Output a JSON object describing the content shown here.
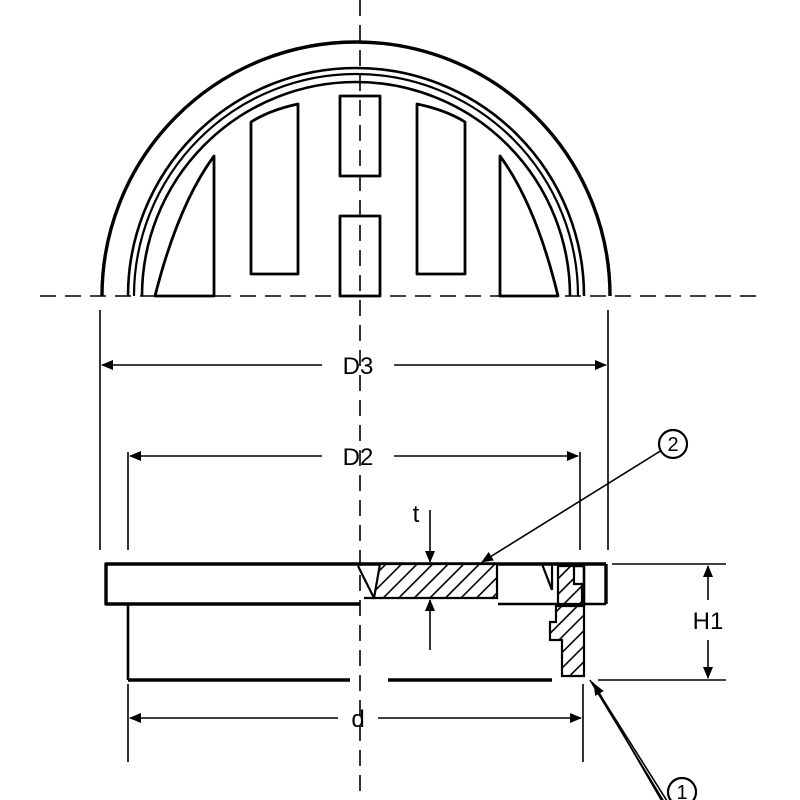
{
  "dimensions": {
    "d3": "D3",
    "d2": "D2",
    "d": "d",
    "t": "t",
    "h1": "H1"
  },
  "callouts": {
    "part1": "1",
    "part2": "2"
  },
  "colors": {
    "line": "#000000",
    "background": "#ffffff"
  }
}
